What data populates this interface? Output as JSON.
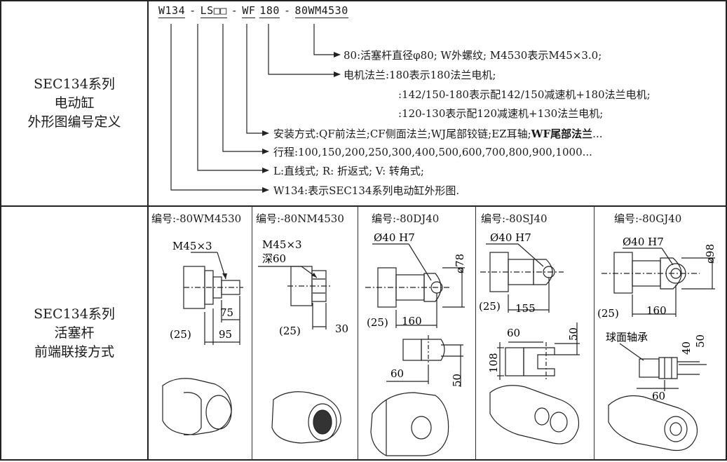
{
  "row1": {
    "label": [
      "SEC134系列",
      "电动缸",
      "外形图编号定义"
    ],
    "code_parts": [
      "W134",
      "LS□□",
      "WF",
      "180",
      "80WM4530"
    ],
    "code_separators": [
      "-",
      "-",
      "",
      "-"
    ],
    "descriptions": [
      "80:活塞杆直径φ80; W外螺纹; M4530表示M45×3.0;",
      "电机法兰:180表示180法兰电机;",
      ":142/150-180表示配142/150减速机+180法兰电机;",
      ":120-130表示配120减速机+130法兰电机;",
      "安装方式:QF前法兰;CF侧面法兰;WJ尾部铰链;EZ耳轴;",
      "WF尾部法兰",
      "...",
      "行程:100,150,200,250,300,400,500,600,700,800,900,1000...",
      "L:直线式;  R: 折返式;  V: 转角式;",
      "W134:表示SEC134系列电动缸外形图."
    ]
  },
  "row2": {
    "label": [
      "SEC134系列",
      "活塞杆",
      "前端联接方式"
    ],
    "columns": [
      {
        "title": "编号:-80WM4530",
        "dims": [
          "M45×3",
          "75",
          "(25)",
          "95"
        ]
      },
      {
        "title": "编号:-80NM4530",
        "dims": [
          "M45×3",
          "深60",
          "(25)",
          "30"
        ]
      },
      {
        "title": "编号:-80DJ40",
        "dims": [
          "Ø40 H7",
          "ø78",
          "(25)",
          "160",
          "60",
          "50"
        ]
      },
      {
        "title": "编号:-80SJ40",
        "dims": [
          "Ø40 H7",
          "(25)",
          "155",
          "60",
          "50",
          "108"
        ]
      },
      {
        "title": "编号:-80GJ40",
        "dims": [
          "Ø40 H7",
          "ø98",
          "(25)",
          "160",
          "球面轴承",
          "40",
          "50",
          "60"
        ]
      }
    ]
  }
}
